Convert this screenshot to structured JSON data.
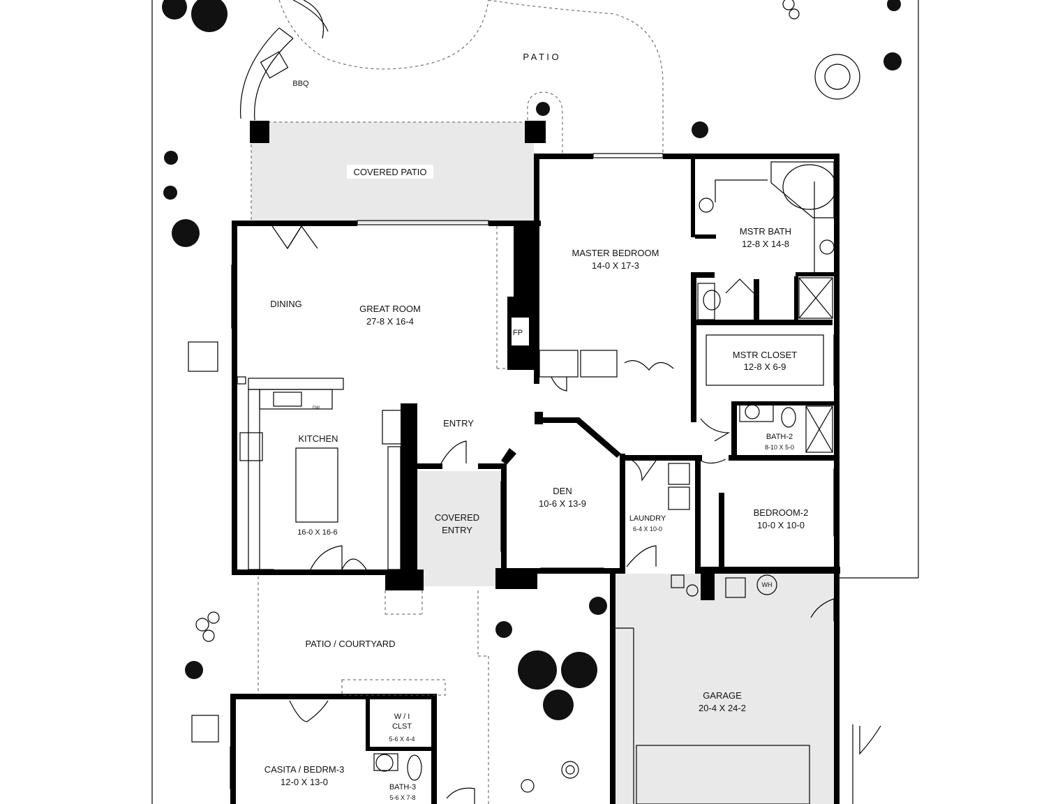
{
  "rooms": {
    "patio": "P A T I O",
    "bbq": "BBQ",
    "covered_patio": "COVERED PATIO",
    "master_bedroom": {
      "name": "MASTER BEDROOM",
      "size": "14-0  X  17-3"
    },
    "mstr_bath": {
      "name": "MSTR BATH",
      "size": "12-8  X  14-8"
    },
    "dining": "DINING",
    "great_room": {
      "name": "GREAT ROOM",
      "size": "27-8  X  16-4"
    },
    "fp": "FP",
    "mstr_closet": {
      "name": "MSTR CLOSET",
      "size": "12-8  X  6-9"
    },
    "entry": "ENTRY",
    "kitchen": {
      "name": "KITCHEN",
      "size": "16-0 X 16-6"
    },
    "dw": "DW",
    "bath2": {
      "name": "BATH-2",
      "size": "8-10 X 5-0"
    },
    "den": {
      "name": "DEN",
      "size": "10-6  X  13-9"
    },
    "covered_entry": {
      "line1": "COVERED",
      "line2": "ENTRY"
    },
    "laundry": {
      "name": "LAUNDRY",
      "size": "6-4 X 10-0"
    },
    "bedroom2": {
      "name": "BEDROOM-2",
      "size": "10-0  X  10-0"
    },
    "wh": "WH",
    "patio_courtyard": "PATIO  /  COURTYARD",
    "garage": {
      "name": "GARAGE",
      "size": "20-4  X  24-2"
    },
    "wi_closet": {
      "line1": "W / I",
      "line2": "CLST",
      "size": "5-6 X 4-4"
    },
    "casita": {
      "name": "CASITA / BEDRM-3",
      "size": "12-0  X  13-0"
    },
    "bath3": {
      "name": "BATH-3",
      "size": "5-6 X 7-8"
    }
  }
}
